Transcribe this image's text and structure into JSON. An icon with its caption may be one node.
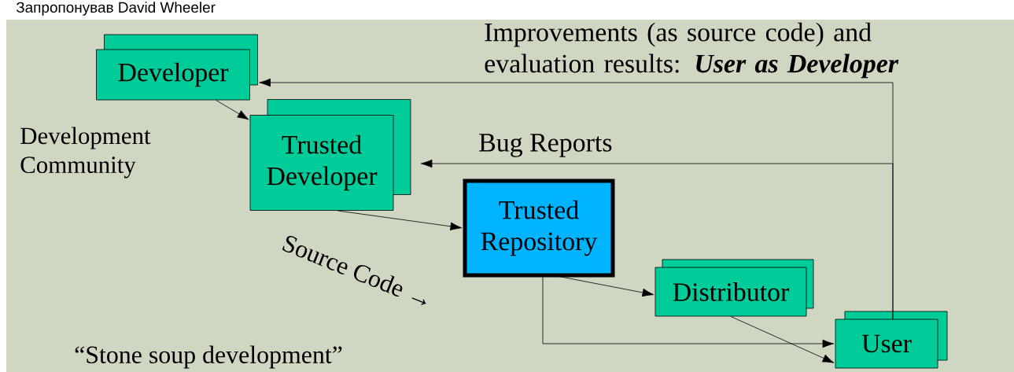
{
  "diagram": {
    "nodes": [
      {
        "text": [
          "Developer"
        ]
      },
      {
        "text": [
          "Trusted Developer"
        ]
      },
      {
        "text": [
          "Trusted Repository"
        ]
      },
      {
        "text": [
          "Distributor"
        ]
      },
      {
        "text": [
          "User"
        ]
      }
    ],
    "edges": [
      {
        "from": 0,
        "to": 1,
        "arrow": "to"
      },
      {
        "from": 1,
        "to": 2,
        "arrow": "to"
      },
      {
        "from": 2,
        "to": 3,
        "arrow": "to"
      },
      {
        "from": 3,
        "to": 4,
        "arrow": "to"
      },
      {
        "from": 2,
        "to": 4,
        "arrow": "to"
      },
      {
        "from": 4,
        "to": 0,
        "arrow": "to",
        "label": "Improvements (as source code) and evaluation results: *User as Developer*"
      },
      {
        "from": 4,
        "to": 1,
        "arrow": "to",
        "label": "Bug Reports"
      }
    ],
    "labels": [
      "Запропонував David Wheeler",
      "Development Community",
      "Source Code →",
      "“Stone soup development”"
    ]
  }
}
